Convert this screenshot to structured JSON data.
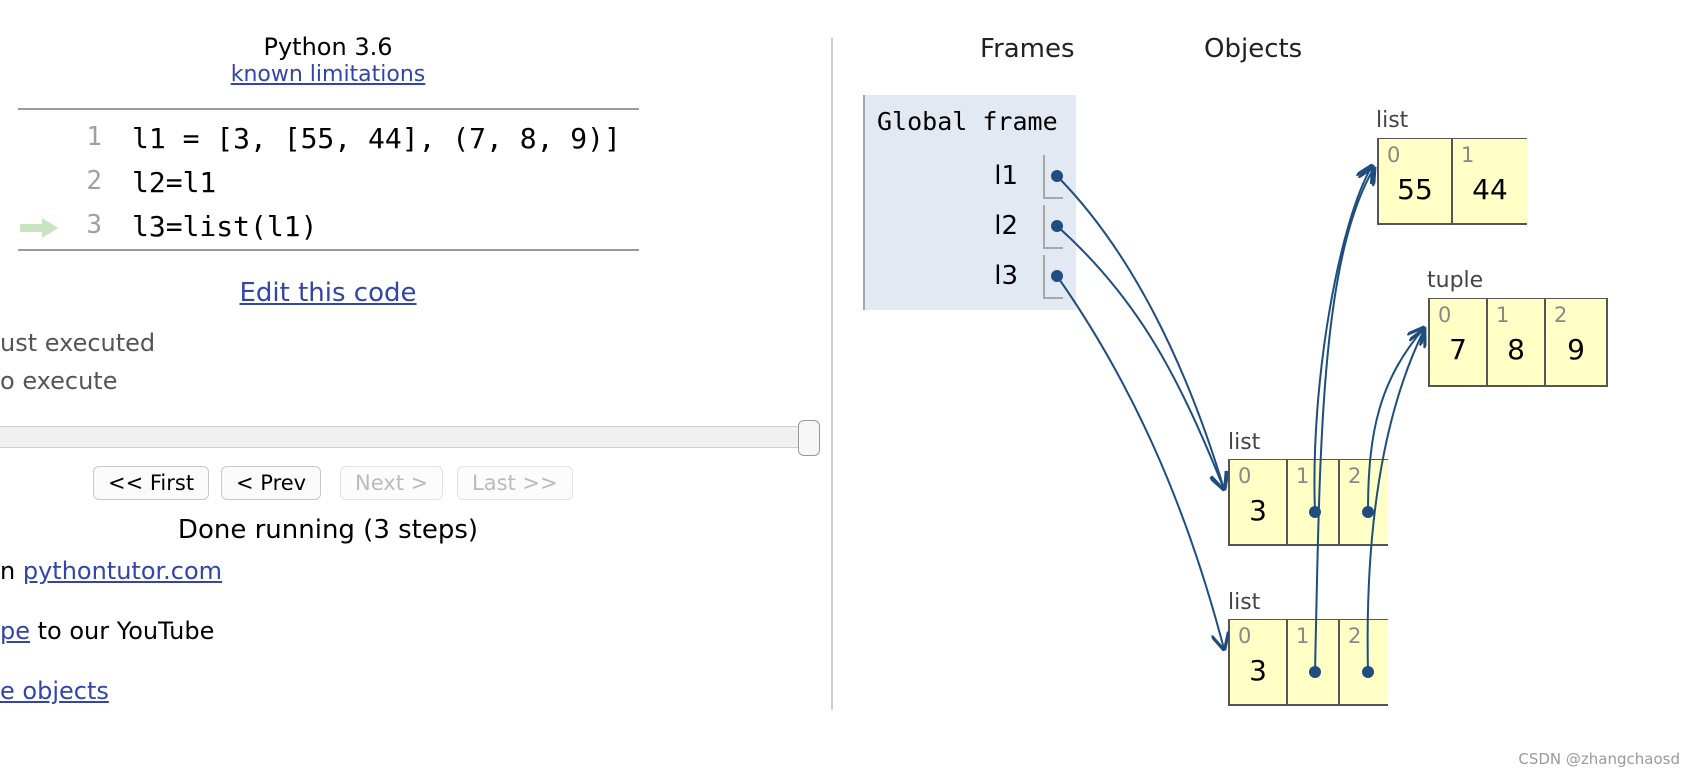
{
  "header": {
    "language": "Python 3.6",
    "limitations_link": "known limitations"
  },
  "code": {
    "lines": [
      {
        "number": "1",
        "text": "l1 = [3, [55, 44], (7, 8, 9)]"
      },
      {
        "number": "2",
        "text": "l2=l1"
      },
      {
        "number": "3",
        "text": "l3=list(l1)"
      }
    ],
    "current_line": 3,
    "current_line_arrow_color": "#c8e4c0"
  },
  "edit_link": "Edit this code",
  "legend": {
    "just_executed": "ust executed",
    "to_execute": "o execute"
  },
  "navigation": {
    "first": "<< First",
    "prev": "< Prev",
    "next": "Next >",
    "last": "Last >>",
    "next_enabled": false,
    "last_enabled": false,
    "step_progress": 1.0
  },
  "status": "Done running (3 steps)",
  "footer": {
    "line1_prefix": "n ",
    "line1_link": "pythontutor.com",
    "line2_link": "pe",
    "line2_text": " to our YouTube",
    "line3_link": "e objects"
  },
  "visualization": {
    "frames_header": "Frames",
    "objects_header": "Objects",
    "global_frame_title": "Global frame",
    "variables": [
      "l1",
      "l2",
      "l3"
    ],
    "arrow_color": "#1f4e7e",
    "objects": {
      "inner_list": {
        "type": "list",
        "indices": [
          "0",
          "1"
        ],
        "values": [
          "55",
          "44"
        ]
      },
      "tuple": {
        "type": "tuple",
        "indices": [
          "0",
          "1",
          "2"
        ],
        "values": [
          "7",
          "8",
          "9"
        ]
      },
      "list_a": {
        "type": "list",
        "indices": [
          "0",
          "1",
          "2"
        ],
        "values": [
          "3",
          "",
          ""
        ]
      },
      "list_b": {
        "type": "list",
        "indices": [
          "0",
          "1",
          "2"
        ],
        "values": [
          "3",
          "",
          ""
        ]
      }
    }
  },
  "watermark": "CSDN @zhangchaosd"
}
